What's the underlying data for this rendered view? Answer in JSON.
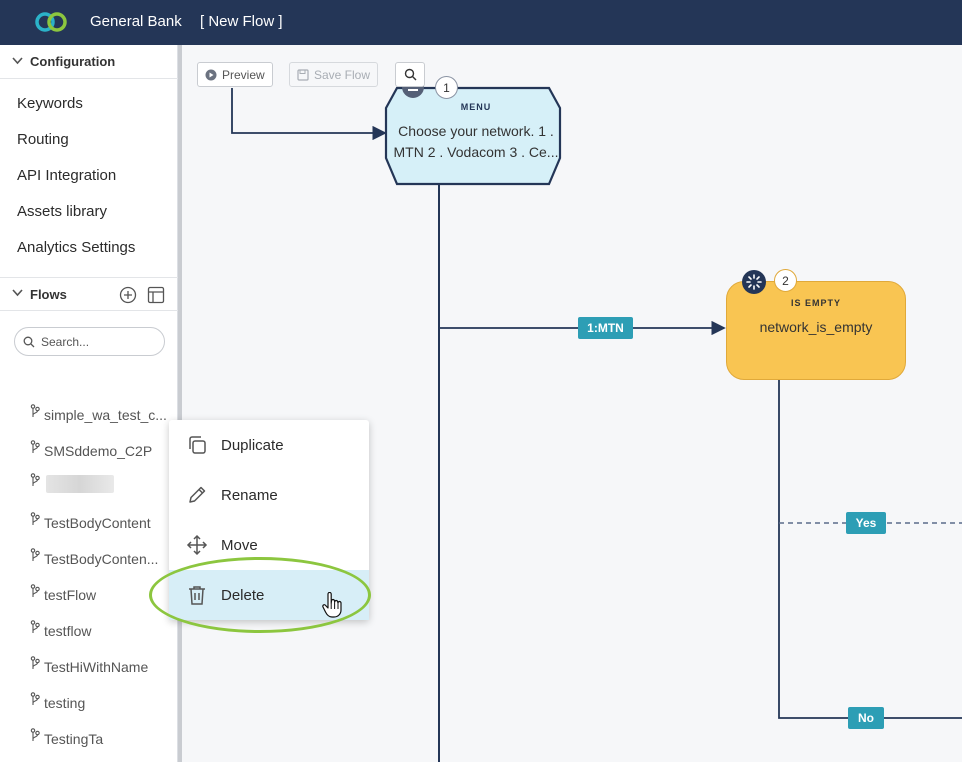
{
  "header": {
    "app_name": "General Bank",
    "flow_title": "[ New Flow ]"
  },
  "sidebar": {
    "configuration_label": "Configuration",
    "config_items": [
      {
        "label": "Keywords"
      },
      {
        "label": "Routing"
      },
      {
        "label": "API Integration"
      },
      {
        "label": "Assets library"
      },
      {
        "label": "Analytics Settings"
      }
    ],
    "flows_label": "Flows",
    "search_placeholder": "Search...",
    "flows": [
      {
        "label": "simple_wa_test_c..."
      },
      {
        "label": "SMSddemo_C2P"
      },
      {
        "label": ""
      },
      {
        "label": "TestBodyContent"
      },
      {
        "label": "TestBodyConten..."
      },
      {
        "label": "testFlow"
      },
      {
        "label": "testflow"
      },
      {
        "label": "TestHiWithName"
      },
      {
        "label": "testing"
      },
      {
        "label": "TestingTa"
      }
    ]
  },
  "toolbar": {
    "preview_label": "Preview",
    "save_label": "Save Flow"
  },
  "canvas": {
    "menu_node": {
      "number": "1",
      "type_label": "MENU",
      "text": "Choose your network. 1 . MTN 2 . Vodacom 3 . Ce..."
    },
    "empty_node": {
      "number": "2",
      "type_label": "IS EMPTY",
      "text": "network_is_empty"
    },
    "edges": {
      "mtn": "1:MTN",
      "yes": "Yes",
      "no": "No"
    }
  },
  "context_menu": {
    "items": [
      {
        "label": "Duplicate",
        "icon": "duplicate-icon"
      },
      {
        "label": "Rename",
        "icon": "pencil-icon"
      },
      {
        "label": "Move",
        "icon": "move-icon"
      },
      {
        "label": "Delete",
        "icon": "trash-icon"
      }
    ],
    "active_item": "Delete"
  },
  "colors": {
    "header_bg": "#243657",
    "menu_node_fill": "#d6f0f8",
    "empty_node_fill": "#f9c552",
    "edge_label_bg": "#2d9eb5",
    "highlight_ring": "#8cc63f",
    "context_active_bg": "#d7eef7"
  }
}
